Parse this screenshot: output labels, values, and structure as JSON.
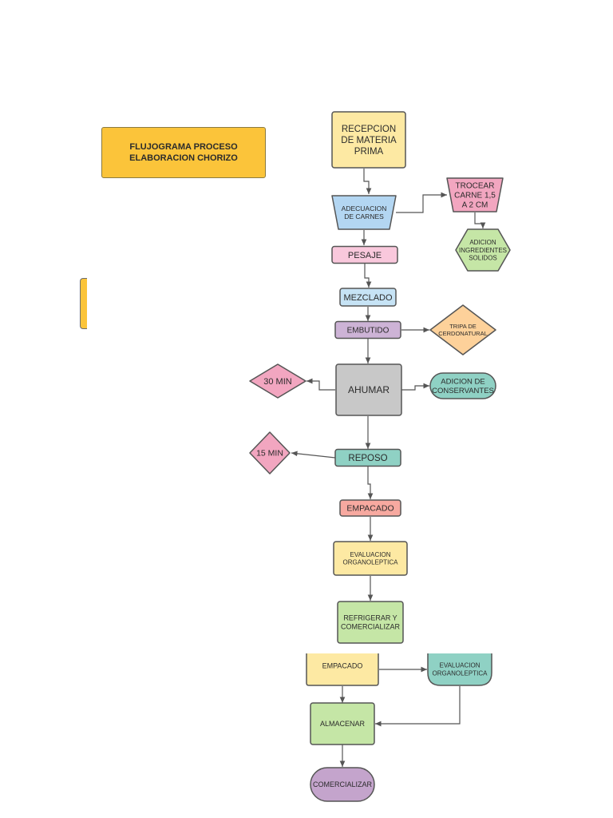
{
  "title": "FLUJOGRAMA PROCESO ELABORACION CHORIZO",
  "nodes": {
    "recepcion": "RECEPCION|DE MATERIA|PRIMA",
    "adecuacion": "ADECUACION|DE CARNES",
    "trocear": "TROCEAR|CARNE 1,5|A 2 CM",
    "adicion_ingredientes": "ADICION|INGREDIENTES|SOLIDOS",
    "pesaje": "PESAJE",
    "mezclado": "MEZCLADO",
    "embutido": "EMBUTIDO",
    "tripa": "TRIPA DE|CERDONATURAL",
    "ahumar": "AHUMAR",
    "min30": "30 MIN",
    "adicion_conservantes": "ADICION DE|CONSERVANTES",
    "reposo": "REPOSO",
    "min15": "15 MIN",
    "empacado": "EMPACADO",
    "evaluacion": "EVALUACION|ORGANOLEPTICA",
    "refrigerar": "REFRIGERAR Y|COMERCIALIZAR",
    "empacado2": "EMPACADO",
    "evaluacion2": "EVALUACION|ORGANOLEPTICA",
    "almacenar": "ALMACENAR",
    "comercializar": "COMERCIALIZAR"
  },
  "colors": {
    "yellow": "#fde9a3",
    "blue": "#b3d6f2",
    "pink": "#f2a6c0",
    "green": "#c5e6a6",
    "lightpink": "#f9c8dc",
    "lightblue": "#c6e3f5",
    "purple": "#cdb3d6",
    "orange": "#fdd19a",
    "gray": "#c8c8c8",
    "teal": "#8fd1c4",
    "salmon": "#f7a9a0",
    "darkpurple": "#c4a4cc",
    "title": "#fbc43a"
  }
}
